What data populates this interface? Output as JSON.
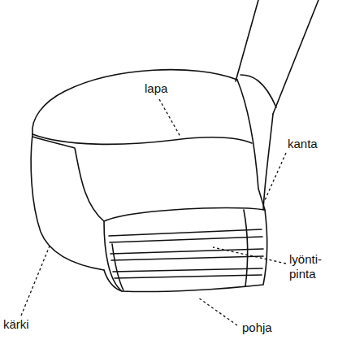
{
  "diagram": {
    "labels": [
      "lapa",
      "kanta",
      "lyönti- pinta",
      "kärki",
      "pohja"
    ]
  }
}
